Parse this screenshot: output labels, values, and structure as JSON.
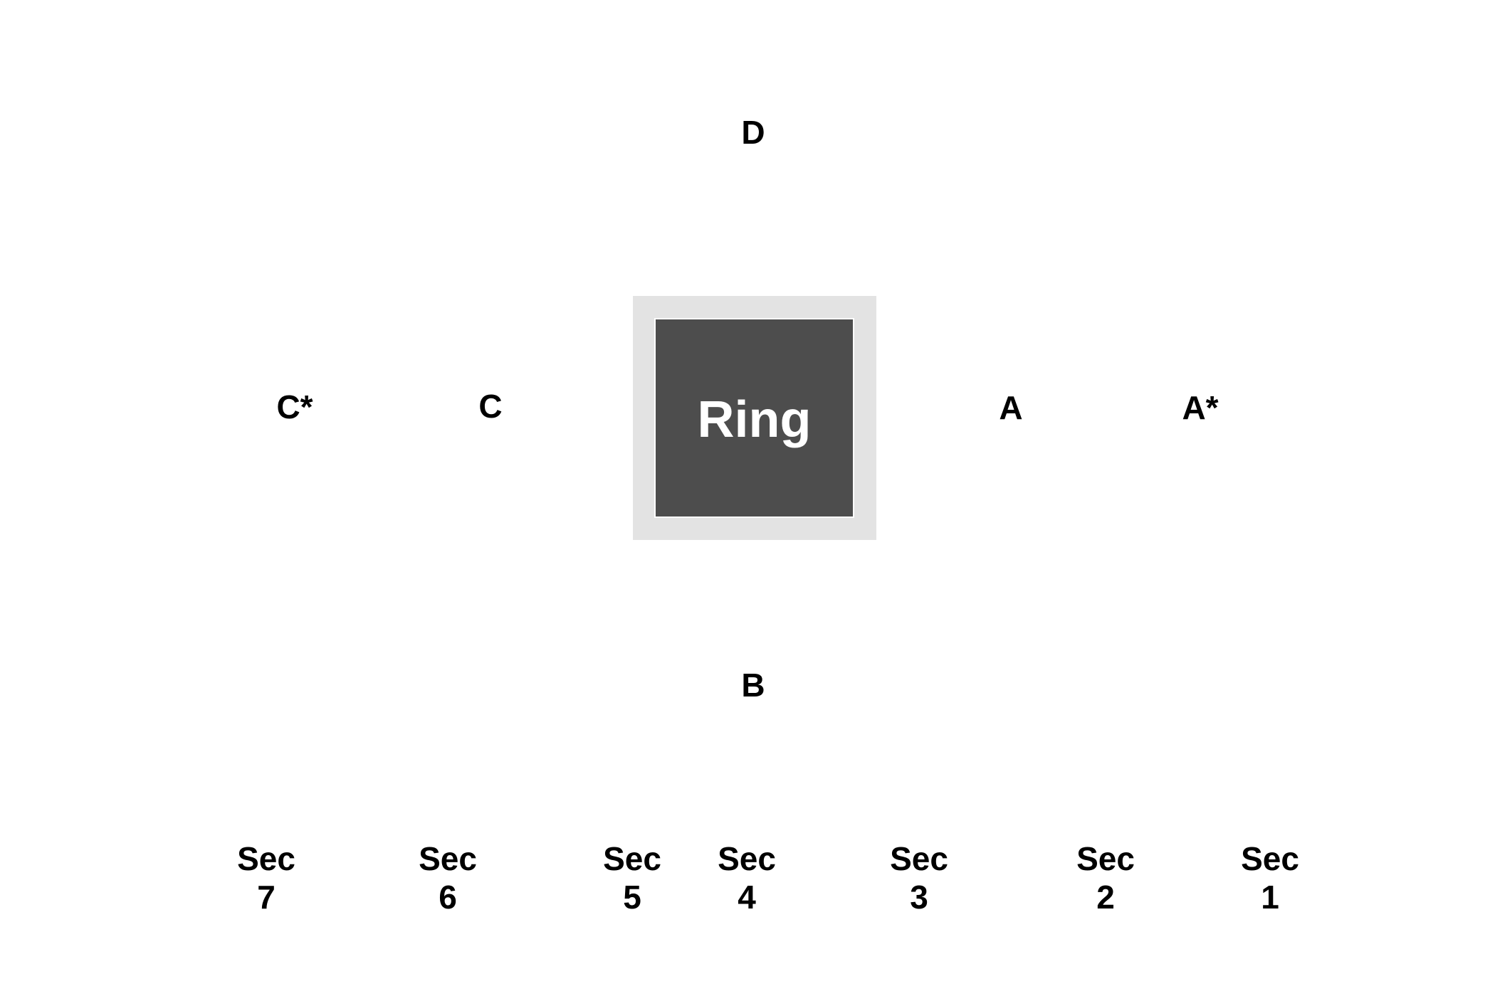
{
  "ring": {
    "label": "Ring",
    "colors": {
      "apron": "#e3e3e3",
      "canvas": "#4d4d4d",
      "rope": "#ffffff",
      "text": "#ffffff"
    }
  },
  "sections": {
    "top": "D",
    "bottom": "B",
    "left_inner": "C",
    "left_outer": "C*",
    "right_inner": "A",
    "right_outer": "A*"
  },
  "floor_sections": [
    {
      "word": "Sec",
      "number": "7"
    },
    {
      "word": "Sec",
      "number": "6"
    },
    {
      "word": "Sec",
      "number": "5"
    },
    {
      "word": "Sec",
      "number": "4"
    },
    {
      "word": "Sec",
      "number": "3"
    },
    {
      "word": "Sec",
      "number": "2"
    },
    {
      "word": "Sec",
      "number": "1"
    }
  ]
}
